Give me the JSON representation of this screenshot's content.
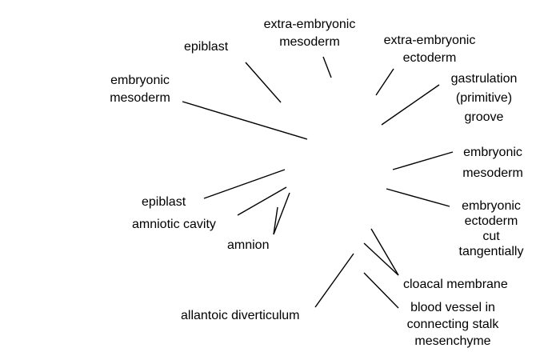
{
  "labels": {
    "epiblast_top": "epiblast",
    "xe_meso_1": "extra-embryonic",
    "xe_meso_2": "mesoderm",
    "xe_ecto_1": "extra-embryonic",
    "xe_ecto_2": "ectoderm",
    "emb_meso_left_1": "embryonic",
    "emb_meso_left_2": "mesoderm",
    "gastr_1": "gastrulation",
    "gastr_2": "(primitive)",
    "gastr_3": "groove",
    "emb_meso_right_1": "embryonic",
    "emb_meso_right_2": "mesoderm",
    "epiblast_bottom": "epiblast",
    "amniotic_cavity": "amniotic cavity",
    "amnion": "amnion",
    "emb_ecto_1": "embryonic",
    "emb_ecto_2": "ectoderm",
    "emb_ecto_3": "cut",
    "emb_ecto_4": "tangentially",
    "cloacal": "cloacal membrane",
    "blood_1": "blood vessel in",
    "blood_2": "connecting stalk",
    "blood_3": "mesenchyme",
    "allantoic": "allantoic diverticulum"
  },
  "colors": {
    "ink": "#000000",
    "background": "#ffffff"
  }
}
